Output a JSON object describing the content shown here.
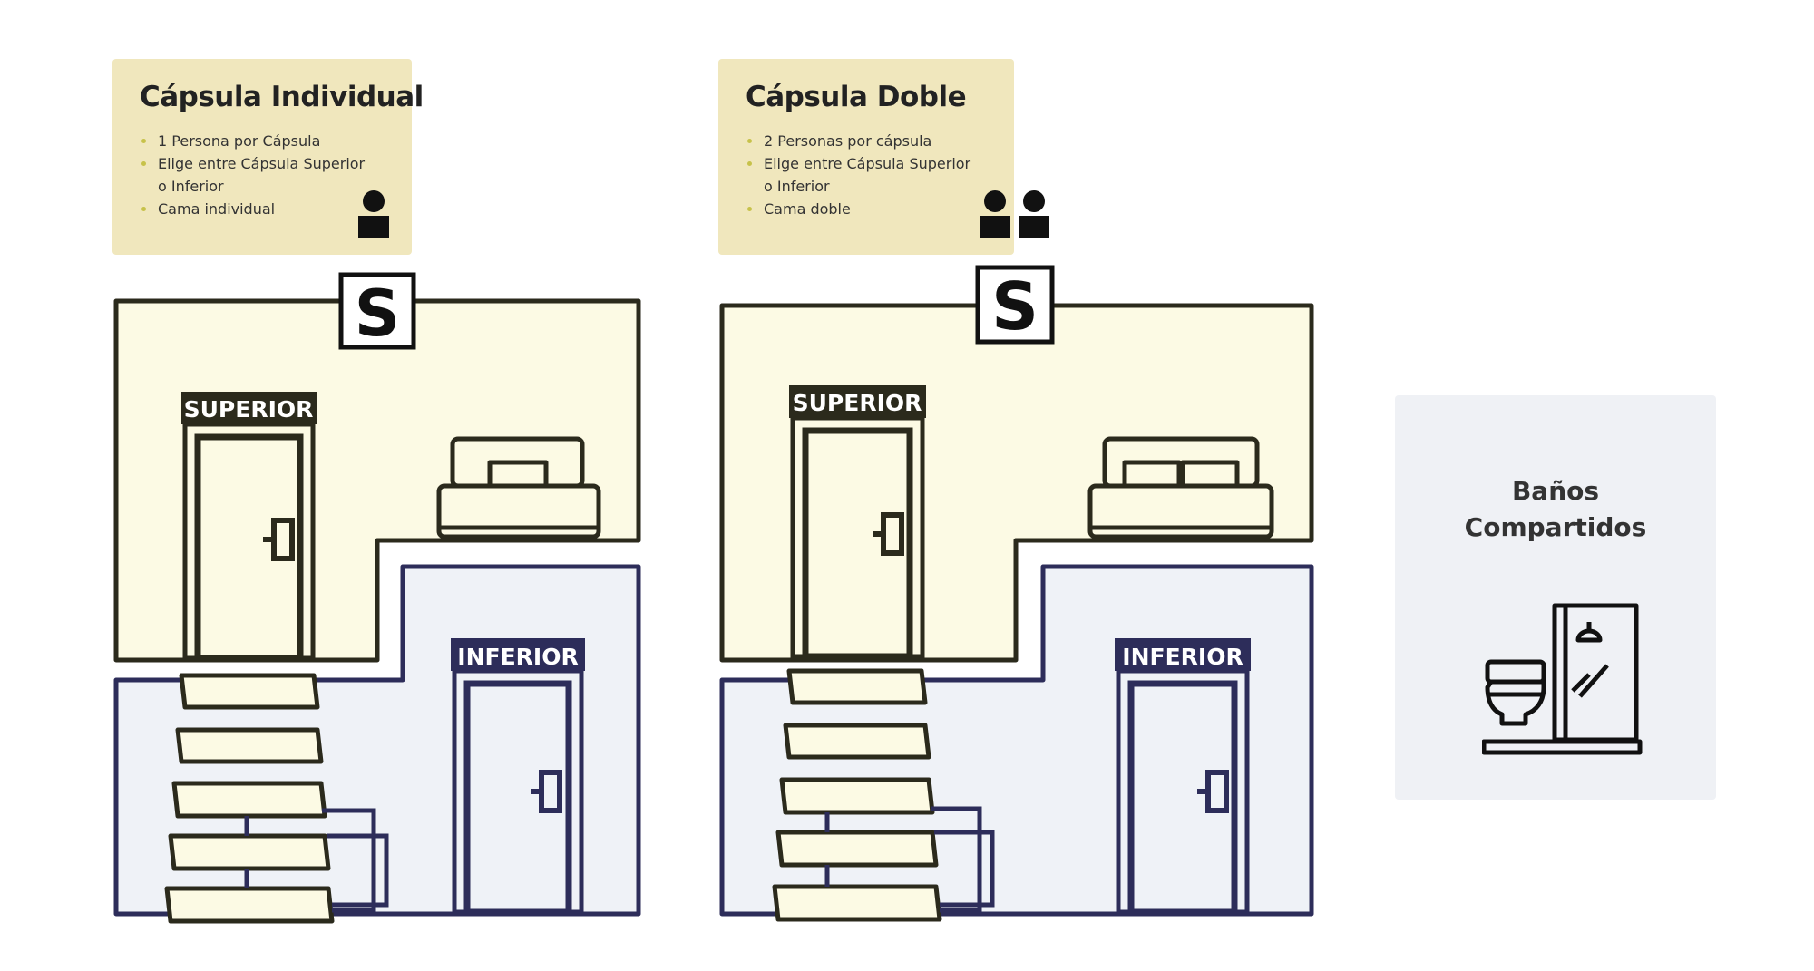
{
  "cards": [
    {
      "title": "Cápsula Individual",
      "bullets": [
        "1 Persona por Cápsula",
        "Elige entre Cápsula Superior",
        "o Inferior",
        "Cama individual"
      ],
      "persons_icon": "single-person-icon"
    },
    {
      "title": "Cápsula Doble",
      "bullets": [
        "2 Personas por cápsula",
        "Elige entre Cápsula Superior",
        "o Inferior",
        "Cama doble"
      ],
      "persons_icon": "two-persons-icon"
    }
  ],
  "capsules": [
    {
      "sign": "S",
      "upper_label": "SUPERIOR",
      "lower_label": "INFERIOR",
      "bed": "single-bed"
    },
    {
      "sign": "S",
      "upper_label": "SUPERIOR",
      "lower_label": "INFERIOR",
      "bed": "double-bed"
    }
  ],
  "banos": {
    "title_line1": "Baños",
    "title_line2": "Compartidos",
    "icon": "toilet-shower-icon"
  },
  "colors": {
    "card_bg": "#f0e7bd",
    "upper_fill": "#fcfae4",
    "upper_stroke": "#2b2a1c",
    "lower_fill": "#eff2f7",
    "lower_stroke": "#2d2d5a",
    "banos_bg": "#eff1f5"
  }
}
